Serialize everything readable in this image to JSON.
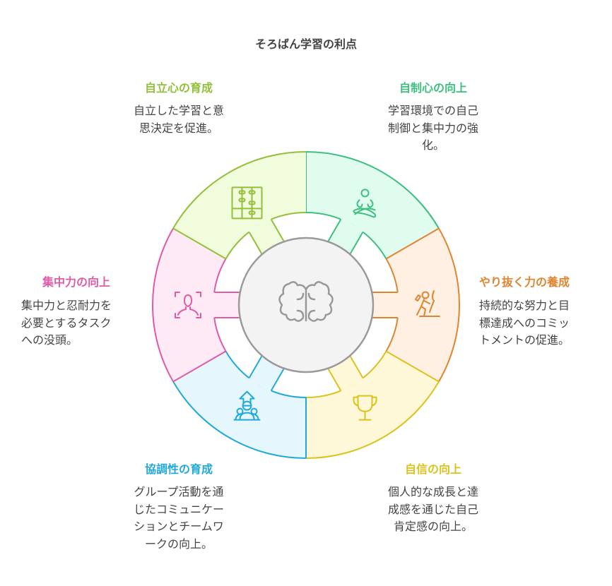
{
  "title": "そろばん学習の利点",
  "center_icon": "brain-icon",
  "segments": [
    {
      "key": "self-control",
      "title": "自制心の向上",
      "desc": [
        "学習環境での自己",
        "制御と集中力の強",
        "化。"
      ],
      "icon": "meditation-icon",
      "stroke": "#3dbf7f",
      "fill": "#e0fcee"
    },
    {
      "key": "perseverance",
      "title": "やり抜く力の養成",
      "desc": [
        "持続的な努力と目",
        "標達成へのコミッ",
        "トメントの促進。"
      ],
      "icon": "climber-icon",
      "stroke": "#e0852f",
      "fill": "#fff0e3"
    },
    {
      "key": "confidence",
      "title": "自信の向上",
      "desc": [
        "個人的な成長と達",
        "成感を通じた自己",
        "肯定感の向上。"
      ],
      "icon": "trophy-icon",
      "stroke": "#dcc31c",
      "fill": "#fff8d8"
    },
    {
      "key": "cooperation",
      "title": "協調性の育成",
      "desc": [
        "グループ活動を通",
        "じたコミュニケー",
        "ションとチームワ",
        "ークの向上。"
      ],
      "icon": "team-growth-icon",
      "stroke": "#23a9d9",
      "fill": "#e5f6fd"
    },
    {
      "key": "concentration",
      "title": "集中力の向上",
      "desc": [
        "集中力と忍耐力を",
        "必要とするタスク",
        "への没頭。"
      ],
      "icon": "focus-person-icon",
      "stroke": "#e05aa5",
      "fill": "#fdeaf5"
    },
    {
      "key": "independence",
      "title": "自立心の育成",
      "desc": [
        "自立した学習と意",
        "思決定を促進。"
      ],
      "icon": "abacus-icon",
      "stroke": "#93bf3b",
      "fill": "#f1fcdc"
    }
  ]
}
